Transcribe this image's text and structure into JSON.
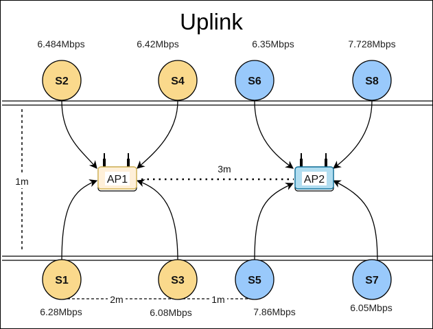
{
  "title": "Uplink",
  "colors": {
    "group1_fill": "#fad98c",
    "group2_fill": "#99c9fb",
    "ap1_fill": "#fff0d9",
    "ap1_stroke": "#d6b656",
    "ap2_fill": "#b1ddf0",
    "ap2_stroke": "#10739e",
    "line": "#000000"
  },
  "access_points": [
    {
      "id": "ap1",
      "label": "AP1",
      "group": 1
    },
    {
      "id": "ap2",
      "label": "AP2",
      "group": 2
    }
  ],
  "stations": [
    {
      "id": "s1",
      "label": "S1",
      "rate": "6.28Mbps",
      "ap": "ap1",
      "row": "bottom"
    },
    {
      "id": "s2",
      "label": "S2",
      "rate": "6.484Mbps",
      "ap": "ap1",
      "row": "top"
    },
    {
      "id": "s3",
      "label": "S3",
      "rate": "6.08Mbps",
      "ap": "ap1",
      "row": "bottom"
    },
    {
      "id": "s4",
      "label": "S4",
      "rate": "6.42Mbps",
      "ap": "ap1",
      "row": "top"
    },
    {
      "id": "s5",
      "label": "S5",
      "rate": "7.86Mbps",
      "ap": "ap2",
      "row": "bottom"
    },
    {
      "id": "s6",
      "label": "S6",
      "rate": "6.35Mbps",
      "ap": "ap2",
      "row": "top"
    },
    {
      "id": "s7",
      "label": "S7",
      "rate": "6.05Mbps",
      "ap": "ap2",
      "row": "bottom"
    },
    {
      "id": "s8",
      "label": "S8",
      "rate": "7.728Mbps",
      "ap": "ap2",
      "row": "top"
    }
  ],
  "distances": {
    "ap_to_ap": "3m",
    "vertical": "1m",
    "s1_to_s3": "2m",
    "s3_to_s5": "1m"
  }
}
